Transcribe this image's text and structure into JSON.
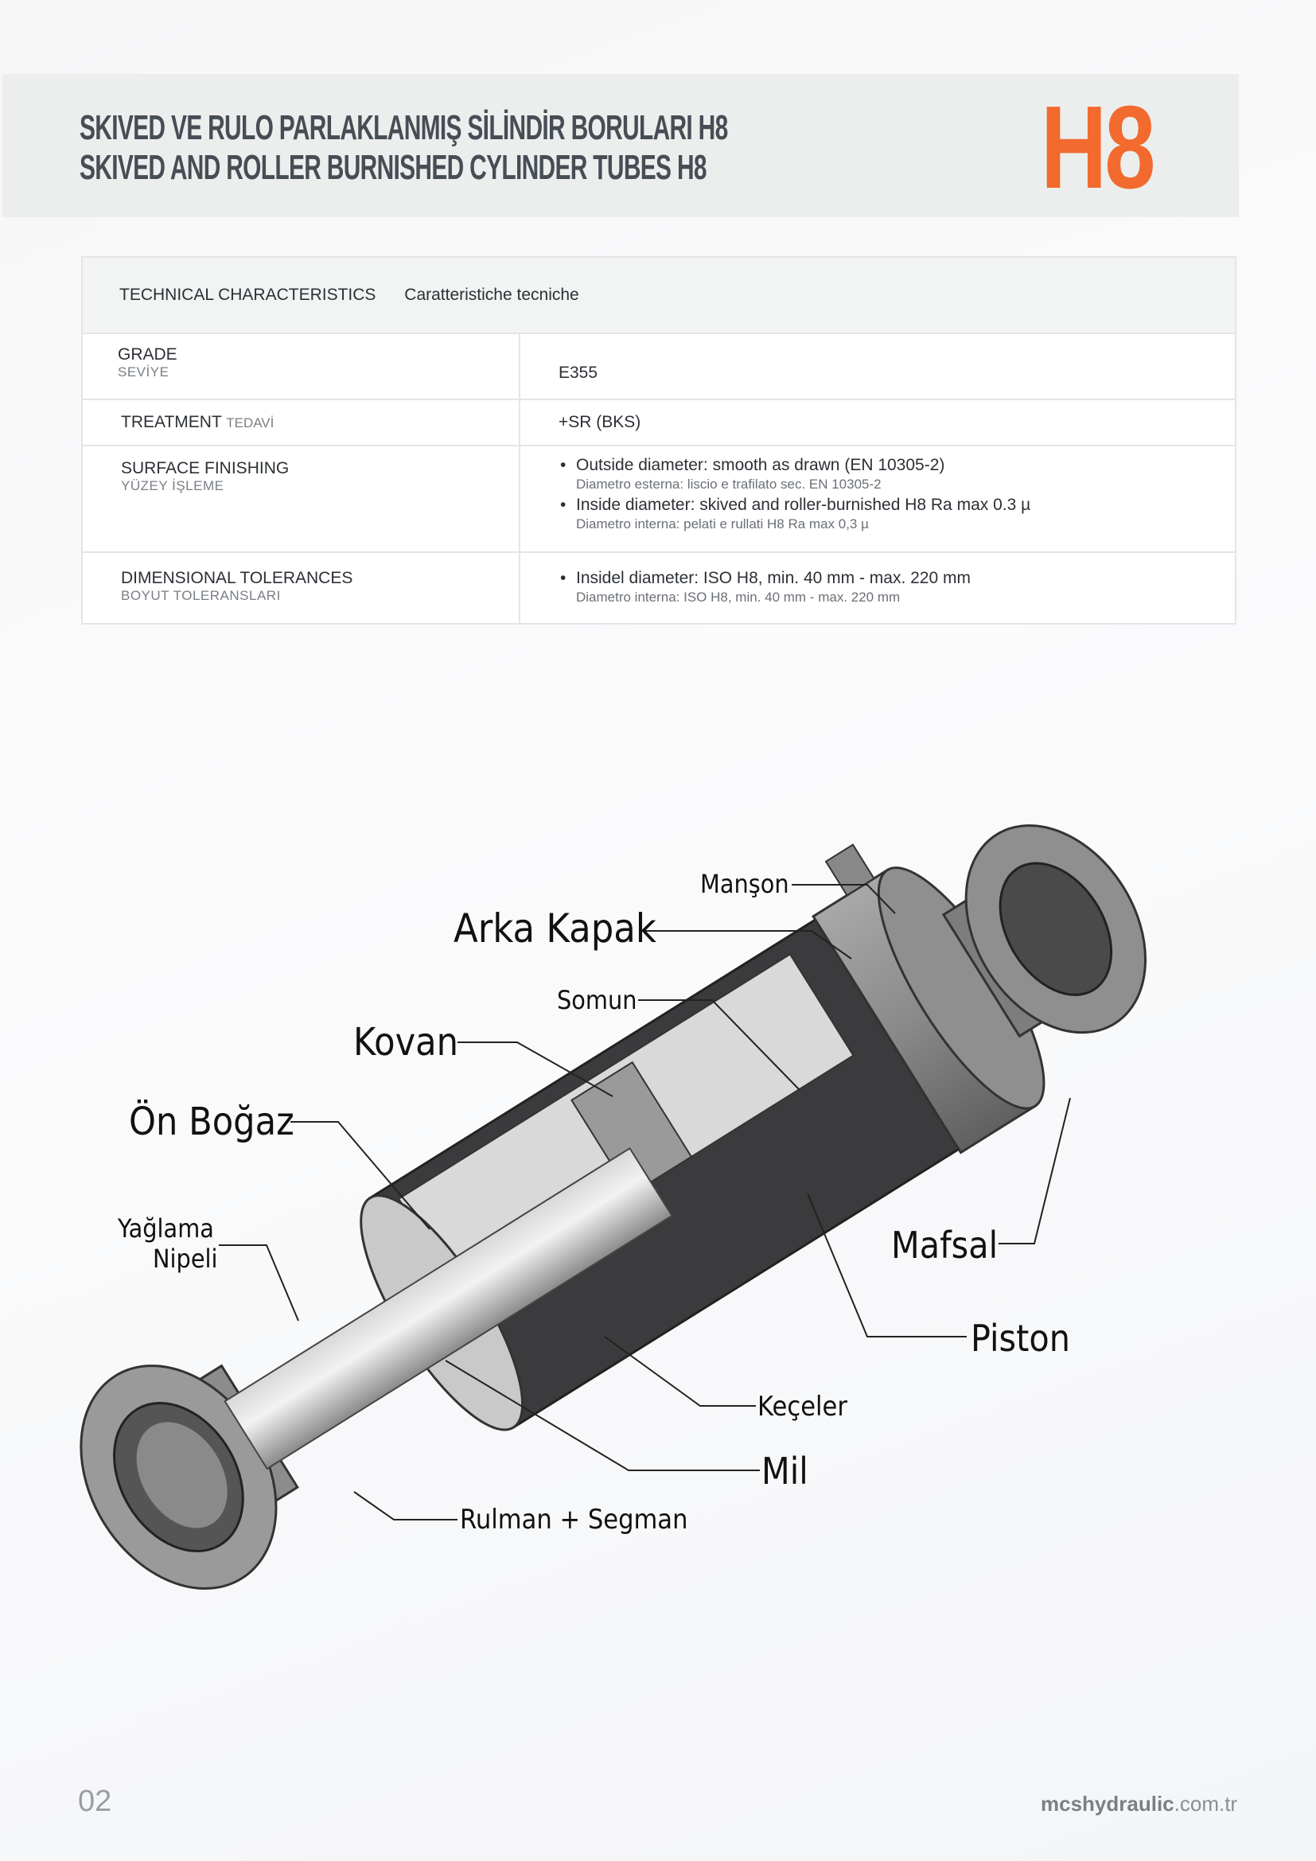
{
  "header": {
    "title_tr": "SKIVED VE RULO PARLAKLANMIŞ SİLİNDİR BORULARI H8",
    "title_en": "SKIVED AND ROLLER BURNISHED CYLINDER TUBES H8",
    "badge": "H8",
    "accent": "#f26a2e"
  },
  "table": {
    "header_en": "TECHNICAL CHARACTERISTICS",
    "header_it": "Caratteristiche tecniche",
    "rows": [
      {
        "label": "GRADE",
        "label_tr": "SEVİYE",
        "value": "E355"
      },
      {
        "label": "TREATMENT",
        "label_tr": "TEDAVİ",
        "value": "+SR (BKS)"
      },
      {
        "label": "SURFACE FINISHING",
        "label_tr": "YÜZEY İŞLEME",
        "bullets": [
          {
            "text": "Outside diameter: smooth as drawn (EN 10305-2)",
            "sub": "Diametro esterna: liscio e trafilato sec. EN 10305-2"
          },
          {
            "text": "Inside diameter: skived and roller-burnished H8 Ra max 0.3 µ",
            "sub": "Diametro interna: pelati e rullati H8 Ra max 0,3 µ"
          }
        ]
      },
      {
        "label": "DIMENSIONAL TOLERANCES",
        "label_tr": "BOYUT TOLERANSLARI",
        "bullets": [
          {
            "text": "Insidel diameter: ISO H8, min. 40 mm - max. 220 mm",
            "sub": "Diametro interna: ISO H8, min. 40 mm - max. 220 mm"
          }
        ]
      }
    ]
  },
  "diagram": {
    "labels": {
      "manson": "Manşon",
      "arka_kapak": "Arka Kapak",
      "somun": "Somun",
      "kovan": "Kovan",
      "on_bogaz": "Ön Boğaz",
      "yaglama": "Yağlama",
      "nipeli": "Nipeli",
      "mafsal": "Mafsal",
      "piston": "Piston",
      "keceler": "Keçeler",
      "mil": "Mil",
      "rulman": "Rulman + Segman"
    }
  },
  "footer": {
    "page": "02",
    "url_bold": "mcshydraulic",
    "url_rest": ".com.tr"
  }
}
